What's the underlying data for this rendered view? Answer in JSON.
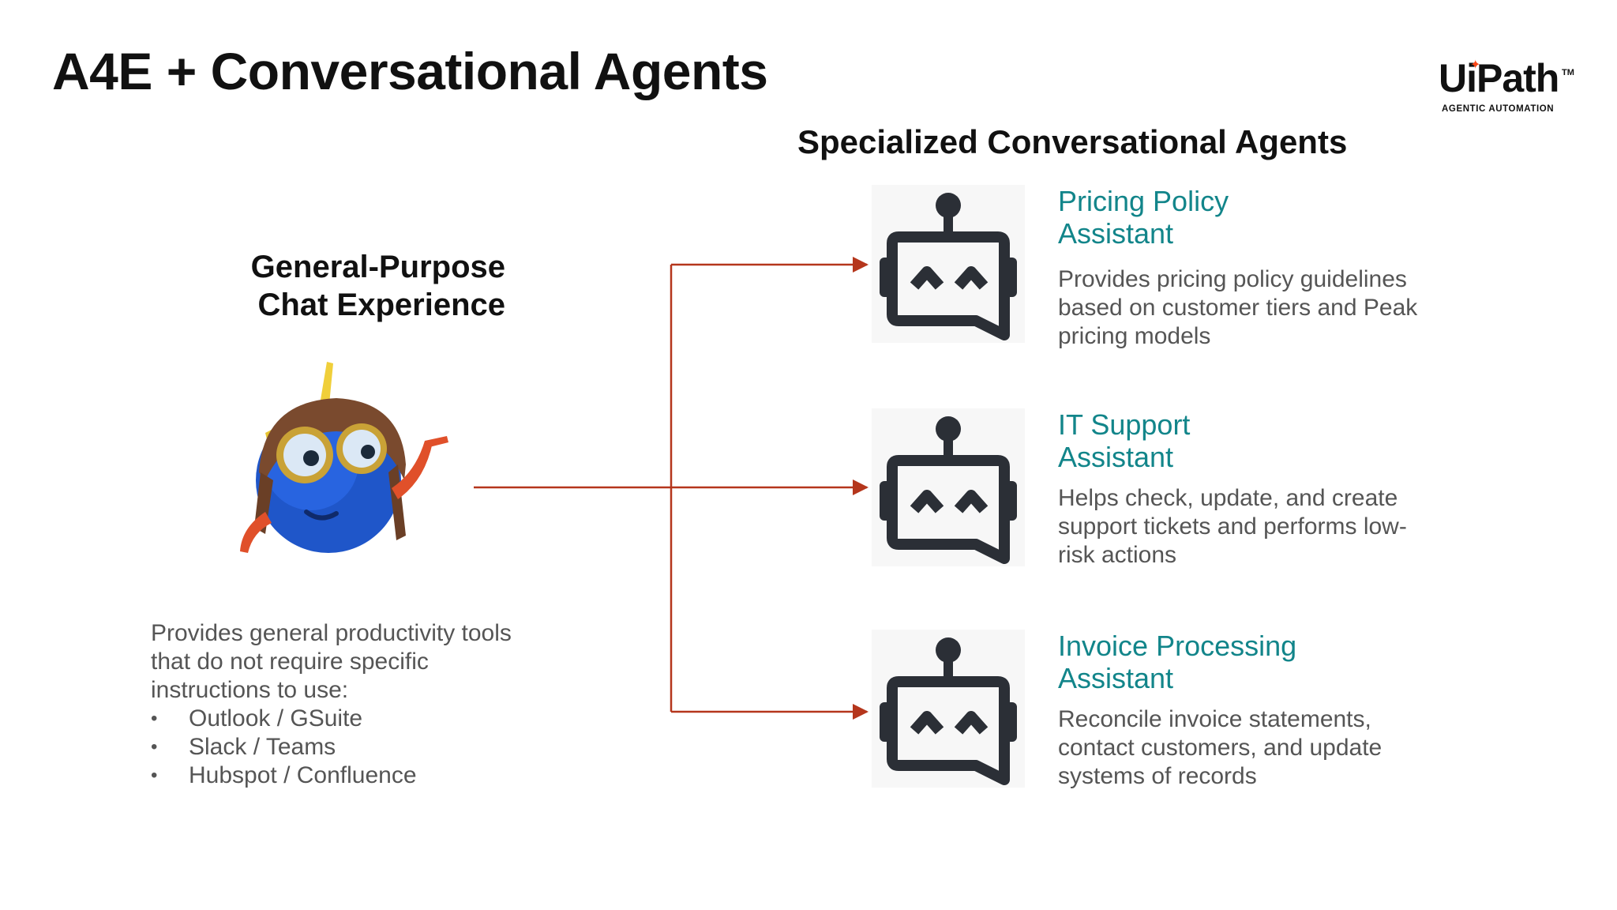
{
  "slide": {
    "title": "A4E + Conversational Agents"
  },
  "logo": {
    "word": "UiPath",
    "tm": "TM",
    "subtitle": "AGENTIC AUTOMATION",
    "spark_color": "#fa4616"
  },
  "right_heading": "Specialized Conversational Agents",
  "general": {
    "heading_line1": "General-Purpose",
    "heading_line2": "Chat Experience",
    "desc_line1": "Provides general productivity tools",
    "desc_line2": "that do not require specific",
    "desc_line3": "instructions to use:",
    "tools": [
      "Outlook / GSuite",
      "Slack / Teams",
      "Hubspot / Confluence"
    ]
  },
  "agents": [
    {
      "name_line1": "Pricing Policy",
      "name_line2": "Assistant",
      "desc_line1": "Provides pricing policy guidelines",
      "desc_line2": "based on customer tiers and Peak",
      "desc_line3": "pricing models"
    },
    {
      "name_line1": "IT Support",
      "name_line2": "Assistant",
      "desc_line1": "Helps check, update, and create",
      "desc_line2": "support tickets and performs low-",
      "desc_line3": "risk actions"
    },
    {
      "name_line1": "Invoice Processing",
      "name_line2": "Assistant",
      "desc_line1": "Reconcile invoice statements,",
      "desc_line2": "contact customers, and update",
      "desc_line3": "systems of records"
    }
  ],
  "colors": {
    "accent_teal": "#12858a",
    "connector_red": "#b5361c",
    "robot_icon": "#2b2f36"
  }
}
